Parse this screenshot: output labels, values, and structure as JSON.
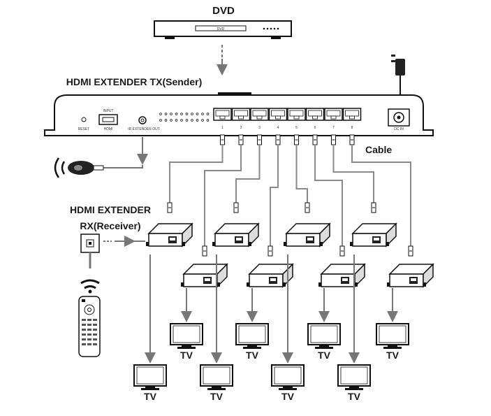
{
  "labels": {
    "dvd": "DVD",
    "dvd_display": "DVD",
    "tx_title": "HDMI EXTENDER TX(Sender)",
    "rx_title_line1": "HDMI EXTENDER",
    "rx_title_line2": "RX(Receiver)",
    "cable": "Cable",
    "tv": "TV"
  },
  "tx_panel": {
    "reset": "RESET",
    "input": "INPUT",
    "hdmi": "HDMI",
    "ir_out": "IR EXTENDER OUT",
    "dc_in": "DC IN",
    "port_numbers": [
      "1",
      "2",
      "3",
      "4",
      "5",
      "6",
      "7",
      "8"
    ]
  },
  "icons": {
    "power_adapter": "power-adapter-icon",
    "ir_emitter": "ir-emitter-icon",
    "ir_receiver": "ir-receiver-icon",
    "wireless": "wireless-signal-icon",
    "remote": "remote-control-icon"
  },
  "colors": {
    "line": "#111111",
    "wire": "#8a8a8a",
    "arrow": "#777777"
  }
}
